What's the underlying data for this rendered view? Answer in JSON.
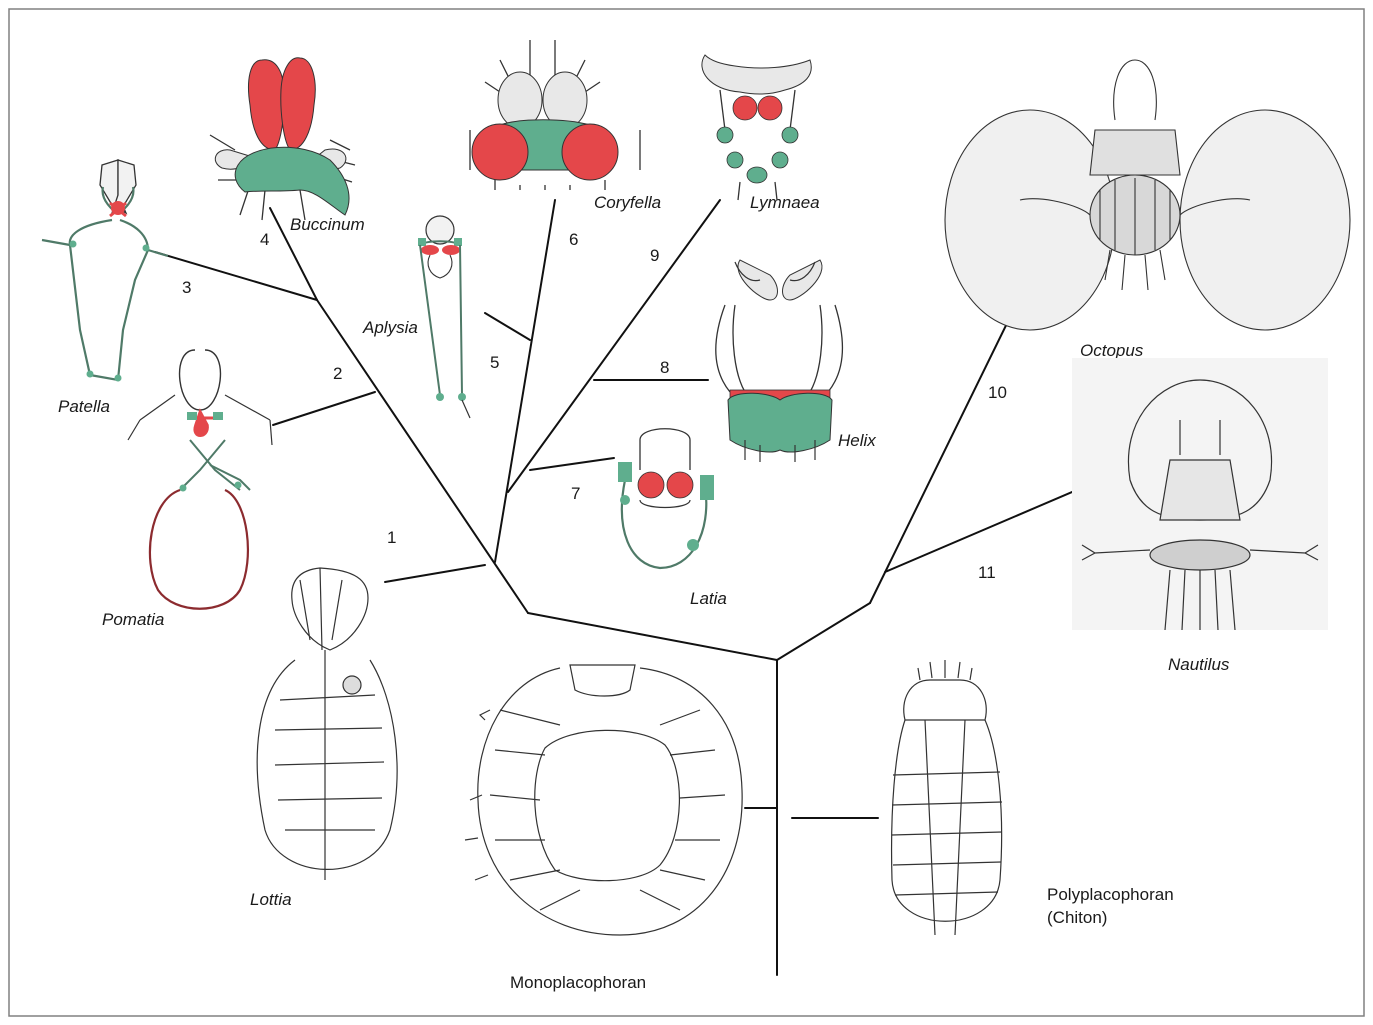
{
  "colors": {
    "frame": "#808080",
    "branch": "#111111",
    "nerve": "#4f7a68",
    "ganglion_green": "#5fae8e",
    "ganglion_red": "#e4474a",
    "ganglion_white": "#e8e8e8",
    "outline": "#333333"
  },
  "taxa": {
    "buccinum": "Buccinum",
    "coryfella": "Coryfella",
    "lymnaea": "Lymnaea",
    "octopus": "Octopus",
    "patella": "Patella",
    "aplysia": "Aplysia",
    "helix": "Helix",
    "pomatia": "Pomatia",
    "latia": "Latia",
    "nautilus": "Nautilus",
    "lottia": "Lottia",
    "monoplacophoran": "Monoplacophoran",
    "polyplacophoran_line1": "Polyplacophoran",
    "polyplacophoran_line2": "(Chiton)"
  },
  "branch_numbers": {
    "n1": "1",
    "n2": "2",
    "n3": "3",
    "n4": "4",
    "n5": "5",
    "n6": "6",
    "n7": "7",
    "n8": "8",
    "n9": "9",
    "n10": "10",
    "n11": "11"
  }
}
